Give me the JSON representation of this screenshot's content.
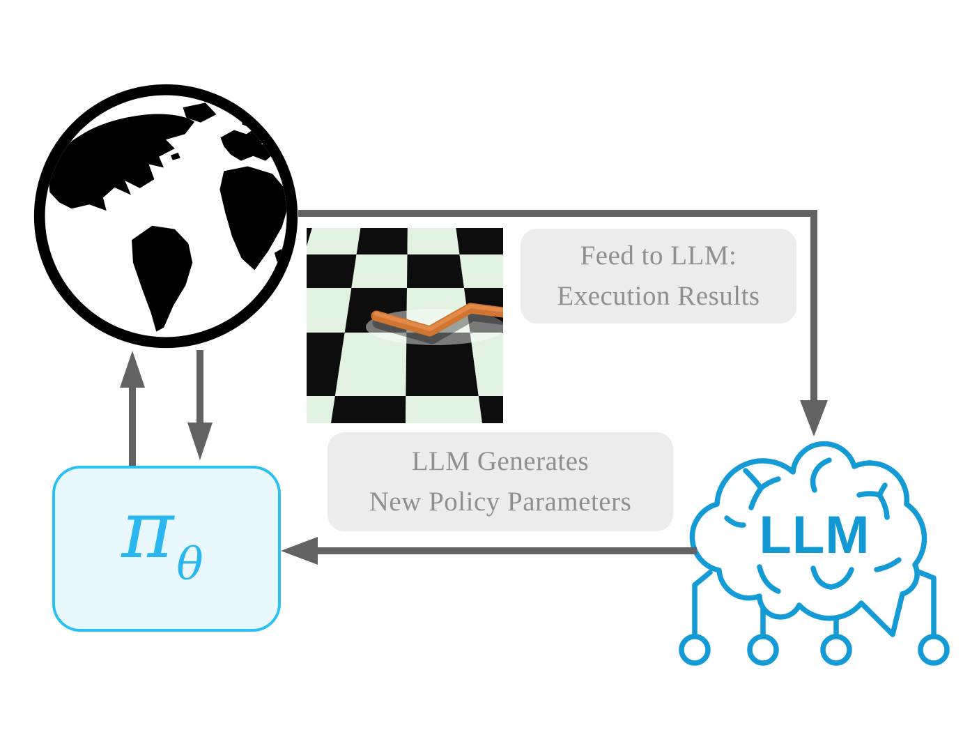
{
  "diagram": {
    "nodes": {
      "environment": {
        "icon": "globe-icon"
      },
      "rollout_preview": {
        "icon": "swimmer-checkerboard-image"
      },
      "policy": {
        "symbol": "π",
        "subscript": "θ"
      },
      "llm": {
        "label": "LLM",
        "icon": "brain-circuit-icon"
      }
    },
    "callouts": {
      "feed_to_llm": {
        "line1": "Feed to LLM:",
        "line2": "Execution Results"
      },
      "llm_generates": {
        "line1": "LLM Generates",
        "line2": "New Policy Parameters"
      }
    },
    "colors": {
      "arrow_gray": "#626262",
      "callout_bg": "#ececec",
      "callout_text": "#8f8f8f",
      "llm_blue": "#149bd5",
      "policy_border": "#29c0f2",
      "policy_fill": "#e8f8fd",
      "policy_text": "#2ab7ef",
      "checker_light": "#e1f3e0",
      "checker_dark": "#0d0d0d",
      "swimmer_orange": "#cf7530",
      "globe_black": "#000000"
    }
  }
}
